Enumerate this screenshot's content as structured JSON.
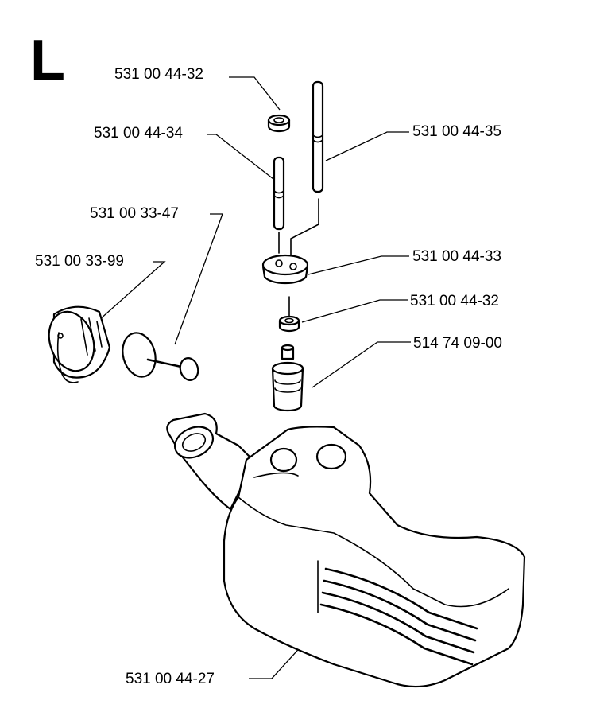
{
  "section": "L",
  "labels": {
    "washer_top": "531 00 44-32",
    "tube_short": "531 00 44-34",
    "tube_long": "531 00 44-35",
    "vent": "531 00 33-47",
    "cap": "531 00 33-99",
    "grommet": "531 00 44-33",
    "washer_mid": "531 00 44-32",
    "filter": "514 74 09-00",
    "tank": "531 00 44-27"
  }
}
